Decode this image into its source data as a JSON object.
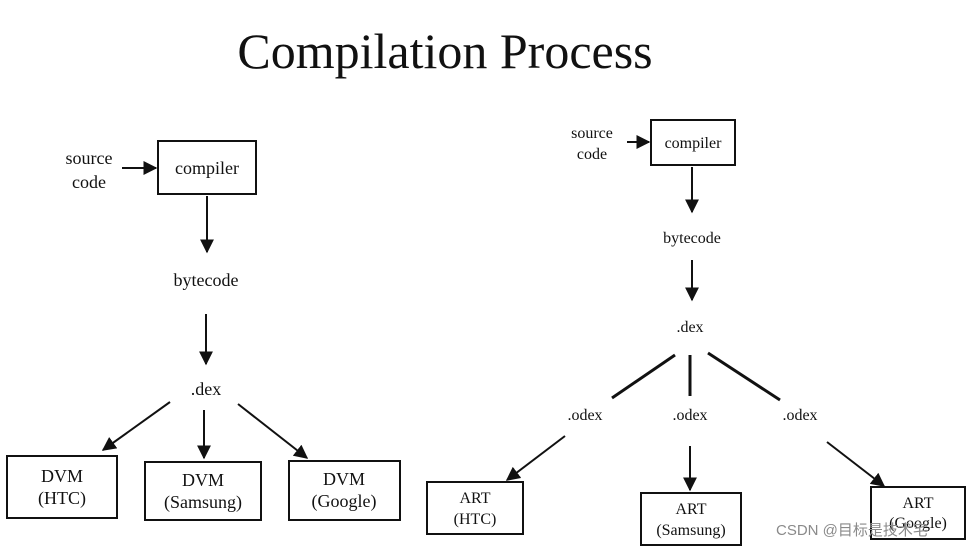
{
  "title": "Compilation Process",
  "watermark": "CSDN @目标是技术宅",
  "left": {
    "source_line1": "source",
    "source_line2": "code",
    "compiler": "compiler",
    "bytecode": "bytecode",
    "dex": ".dex",
    "dvm_htc_line1": "DVM",
    "dvm_htc_line2": "(HTC)",
    "dvm_samsung_line1": "DVM",
    "dvm_samsung_line2": "(Samsung)",
    "dvm_google_line1": "DVM",
    "dvm_google_line2": "(Google)"
  },
  "right": {
    "source_line1": "source",
    "source_line2": "code",
    "compiler": "compiler",
    "bytecode": "bytecode",
    "dex": ".dex",
    "odex_left": ".odex",
    "odex_mid": ".odex",
    "odex_right": ".odex",
    "art_htc_line1": "ART",
    "art_htc_line2": "(HTC)",
    "art_samsung_line1": "ART",
    "art_samsung_line2": "(Samsung)",
    "art_google_line1": "ART",
    "art_google_line2": "(Google)"
  }
}
